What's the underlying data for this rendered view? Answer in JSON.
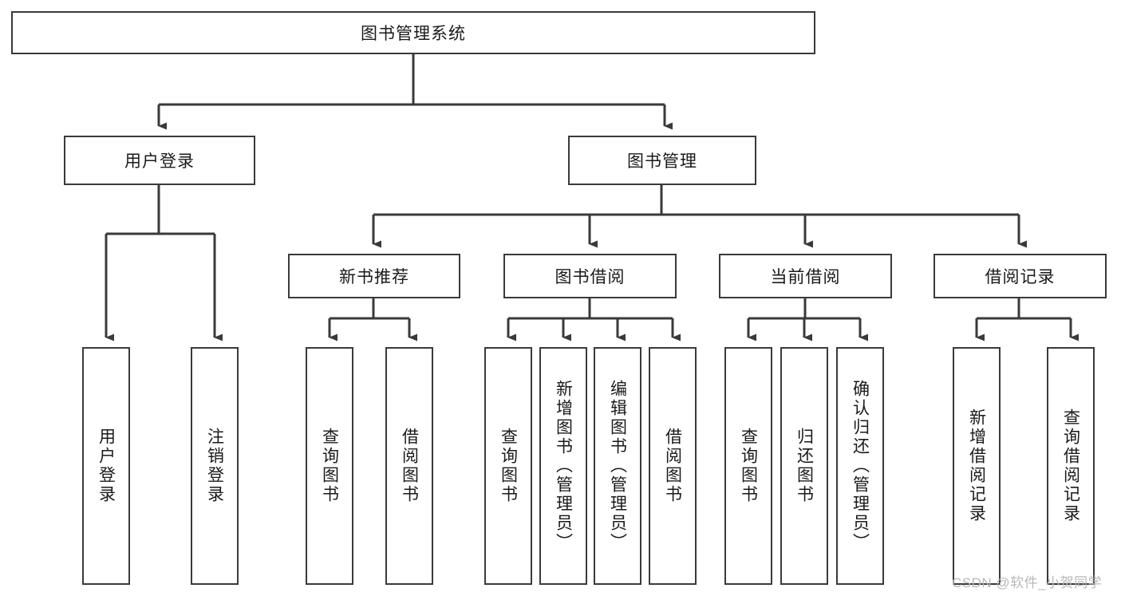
{
  "diagram": {
    "title": "图书管理系统",
    "type": "tree-hierarchy",
    "root": {
      "label": "图书管理系统"
    },
    "level1": [
      {
        "label": "用户登录"
      },
      {
        "label": "图书管理"
      }
    ],
    "level2": [
      {
        "label": "新书推荐"
      },
      {
        "label": "图书借阅"
      },
      {
        "label": "当前借阅"
      },
      {
        "label": "借阅记录"
      }
    ],
    "leaves": {
      "user_login": [
        {
          "label": "用户登录"
        },
        {
          "label": "注销登录"
        }
      ],
      "new_book_recommend": [
        {
          "label": "查询图书"
        },
        {
          "label": "借阅图书"
        }
      ],
      "book_borrow": [
        {
          "label": "查询图书"
        },
        {
          "label": "新增图书（管理员）"
        },
        {
          "label": "编辑图书（管理员）"
        },
        {
          "label": "借阅图书"
        }
      ],
      "current_borrow": [
        {
          "label": "查询图书"
        },
        {
          "label": "归还图书"
        },
        {
          "label": "确认归还（管理员）"
        }
      ],
      "borrow_record": [
        {
          "label": "新增借阅记录"
        },
        {
          "label": "查询借阅记录"
        }
      ]
    }
  },
  "watermark": {
    "text": "CSDN @软件_小贺同学"
  },
  "colors": {
    "stroke": "#3a3a3a",
    "background": "#ffffff",
    "text": "#1a1a1a",
    "watermark": "#b8b8b8"
  }
}
